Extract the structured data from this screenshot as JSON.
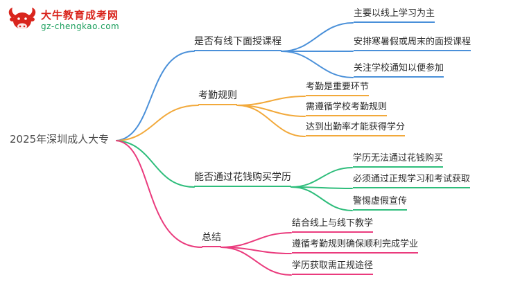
{
  "logo": {
    "title": "大牛教育成考网",
    "subtitle": "gz-chengkao.com",
    "brand_color": "#d9251d",
    "subtitle_color": "#1a9e5c"
  },
  "root": {
    "label": "2025年深圳成人大专"
  },
  "branches": [
    {
      "label": "是否有线下面授课程",
      "color": "#4a90d9",
      "children": [
        "主要以线上学习为主",
        "安排寒暑假或周末的面授课程",
        "关注学校通知以便参加"
      ]
    },
    {
      "label": "考勤规则",
      "color": "#f2a93b",
      "children": [
        "考勤是重要环节",
        "需遵循学校考勤规则",
        "达到出勤率才能获得学分"
      ]
    },
    {
      "label": "能否通过花钱购买学历",
      "color": "#2ebd7b",
      "children": [
        "学历无法通过花钱购买",
        "必须通过正规学习和考试获取",
        "警惕虚假宣传"
      ]
    },
    {
      "label": "总结",
      "color": "#ea3b7d",
      "children": [
        "结合线上与线下教学",
        "遵循考勤规则确保顺利完成学业",
        "学历获取需正规途径"
      ]
    }
  ]
}
